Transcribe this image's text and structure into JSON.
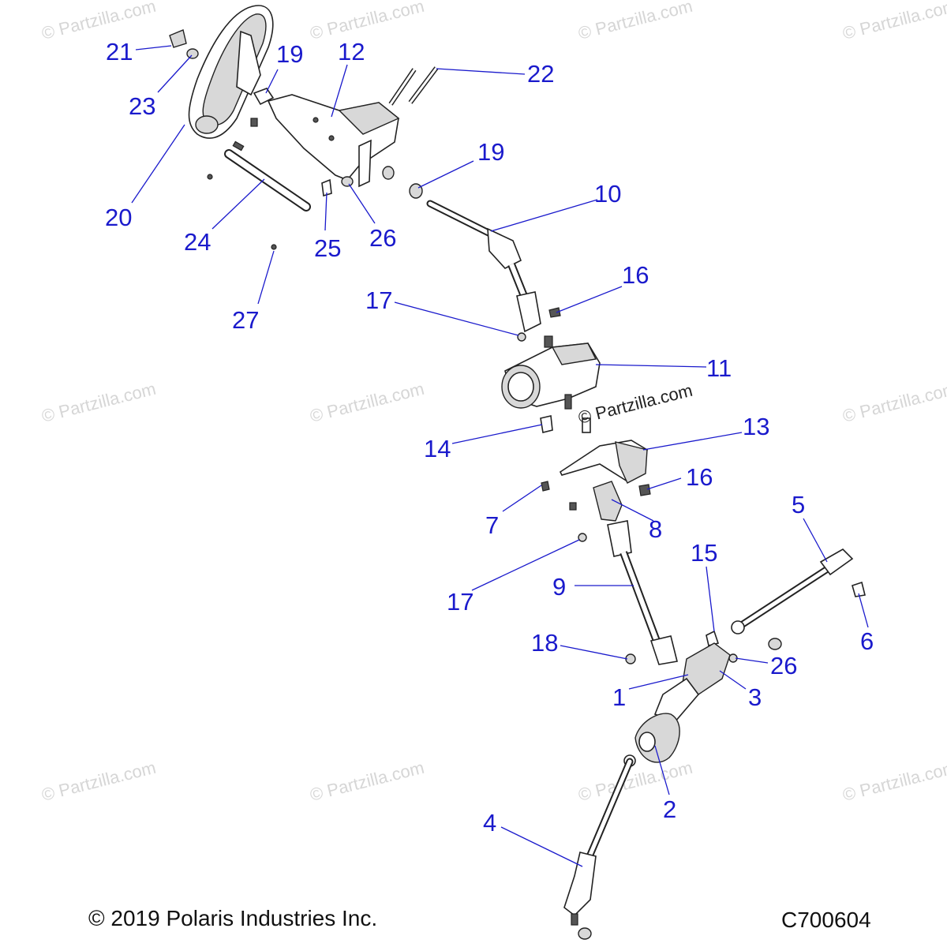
{
  "diagram": {
    "watermark": "© Partzilla.com",
    "inline_watermark": "© Partzilla.com",
    "copyright": "© 2019 Polaris Industries Inc.",
    "drawing_code": "C700604",
    "callouts": [
      {
        "id": "21",
        "text": "21"
      },
      {
        "id": "23",
        "text": "23"
      },
      {
        "id": "19a",
        "text": "19"
      },
      {
        "id": "12",
        "text": "12"
      },
      {
        "id": "22",
        "text": "22"
      },
      {
        "id": "20",
        "text": "20"
      },
      {
        "id": "24",
        "text": "24"
      },
      {
        "id": "25",
        "text": "25"
      },
      {
        "id": "26a",
        "text": "26"
      },
      {
        "id": "19b",
        "text": "19"
      },
      {
        "id": "10",
        "text": "10"
      },
      {
        "id": "27",
        "text": "27"
      },
      {
        "id": "17a",
        "text": "17"
      },
      {
        "id": "16a",
        "text": "16"
      },
      {
        "id": "11",
        "text": "11"
      },
      {
        "id": "14",
        "text": "14"
      },
      {
        "id": "13",
        "text": "13"
      },
      {
        "id": "16b",
        "text": "16"
      },
      {
        "id": "7",
        "text": "7"
      },
      {
        "id": "8",
        "text": "8"
      },
      {
        "id": "5",
        "text": "5"
      },
      {
        "id": "15",
        "text": "15"
      },
      {
        "id": "9",
        "text": "9"
      },
      {
        "id": "17b",
        "text": "17"
      },
      {
        "id": "6",
        "text": "6"
      },
      {
        "id": "18",
        "text": "18"
      },
      {
        "id": "26b",
        "text": "26"
      },
      {
        "id": "1",
        "text": "1"
      },
      {
        "id": "3",
        "text": "3"
      },
      {
        "id": "2",
        "text": "2"
      },
      {
        "id": "4",
        "text": "4"
      }
    ]
  },
  "colors": {
    "callout": "#1a1acc",
    "line_art": "#222222",
    "watermark": "#d6d6d6"
  }
}
